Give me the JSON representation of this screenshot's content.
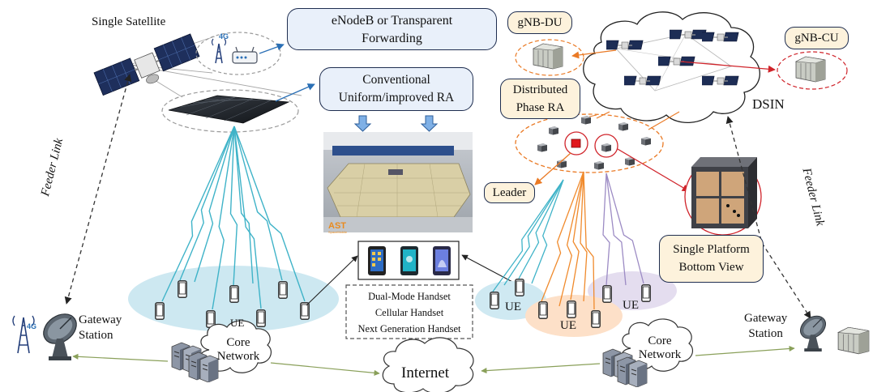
{
  "labels": {
    "single_satellite": "Single Satellite",
    "enodeb_line1": "eNodeB or Transparent",
    "enodeb_line2": "Forwarding",
    "conventional_line1": "Conventional",
    "conventional_line2": "Uniform/improved RA",
    "gnb_du": "gNB-DU",
    "gnb_cu": "gNB-CU",
    "distributed_line1": "Distributed",
    "distributed_line2": "Phase RA",
    "dsin": "DSIN",
    "leader": "Leader",
    "feeder_link": "Feeder Link",
    "single_platform_line1": "Single Platform",
    "single_platform_line2": "Bottom View",
    "ue": "UE",
    "gateway_line1": "Gateway",
    "gateway_line2": "Station",
    "core_line1": "Core",
    "core_line2": "Network",
    "internet": "Internet",
    "badge_4g": "4G",
    "photo_brand": "AST",
    "photo_brand_sub": "SpaceMobile"
  },
  "handsets": [
    "Dual-Mode Handset",
    "Cellular Handset",
    "Next Generation Handset"
  ],
  "colors": {
    "beam_blue": "#3fb3c8",
    "beam_orange": "#f08a2c",
    "beam_purple": "#9c8bc4",
    "ground_blue": "#cfe9f2",
    "ground_orange": "#fde0c8",
    "ground_purple": "#e4ddef",
    "arrow_red": "#d0242b",
    "arrow_orange": "#ea7a25",
    "arrow_blue": "#2a6fb5",
    "link_green": "#8aa05a",
    "box_blue_fill": "#e9f0fa",
    "box_tan_fill": "#fdf2dc"
  },
  "icons": [
    "satellite-icon",
    "cell-tower-icon",
    "router-icon",
    "antenna-array-icon",
    "server-rack-icon",
    "satellite-dish-icon",
    "smartphone-icon",
    "cloud-icon"
  ]
}
